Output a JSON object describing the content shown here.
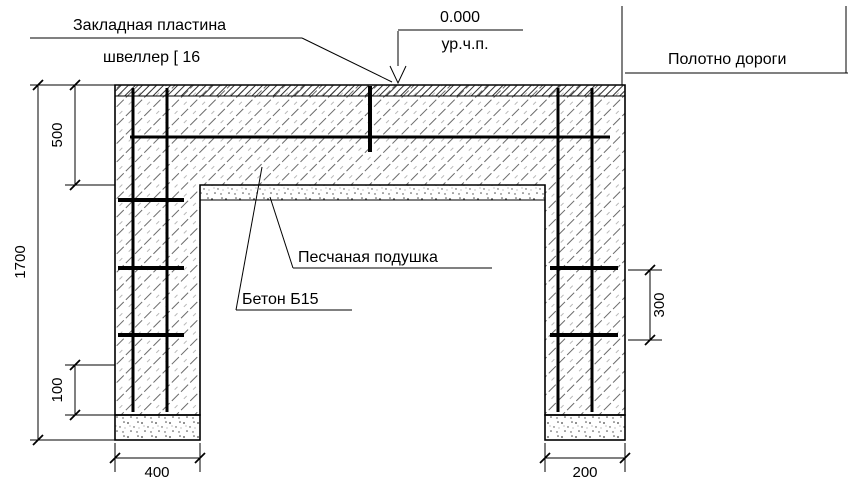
{
  "labels": {
    "embedded_plate": "Закладная пластина",
    "channel": "швеллер [ 16",
    "elevation_value": "0.000",
    "floor_level": "ур.ч.п.",
    "road_surface": "Полотно дороги",
    "sand_cushion": "Песчаная подушка",
    "concrete_grade": "Бетон Б15"
  },
  "dimensions": {
    "slab_depth": "500",
    "total_depth": "1700",
    "footing_offset": "100",
    "left_wall_width": "400",
    "tie_spacing": "300",
    "right_wall_width": "200"
  },
  "colors": {
    "line": "#000000",
    "hatch_line": "#5a5a5a",
    "background": "#ffffff"
  }
}
